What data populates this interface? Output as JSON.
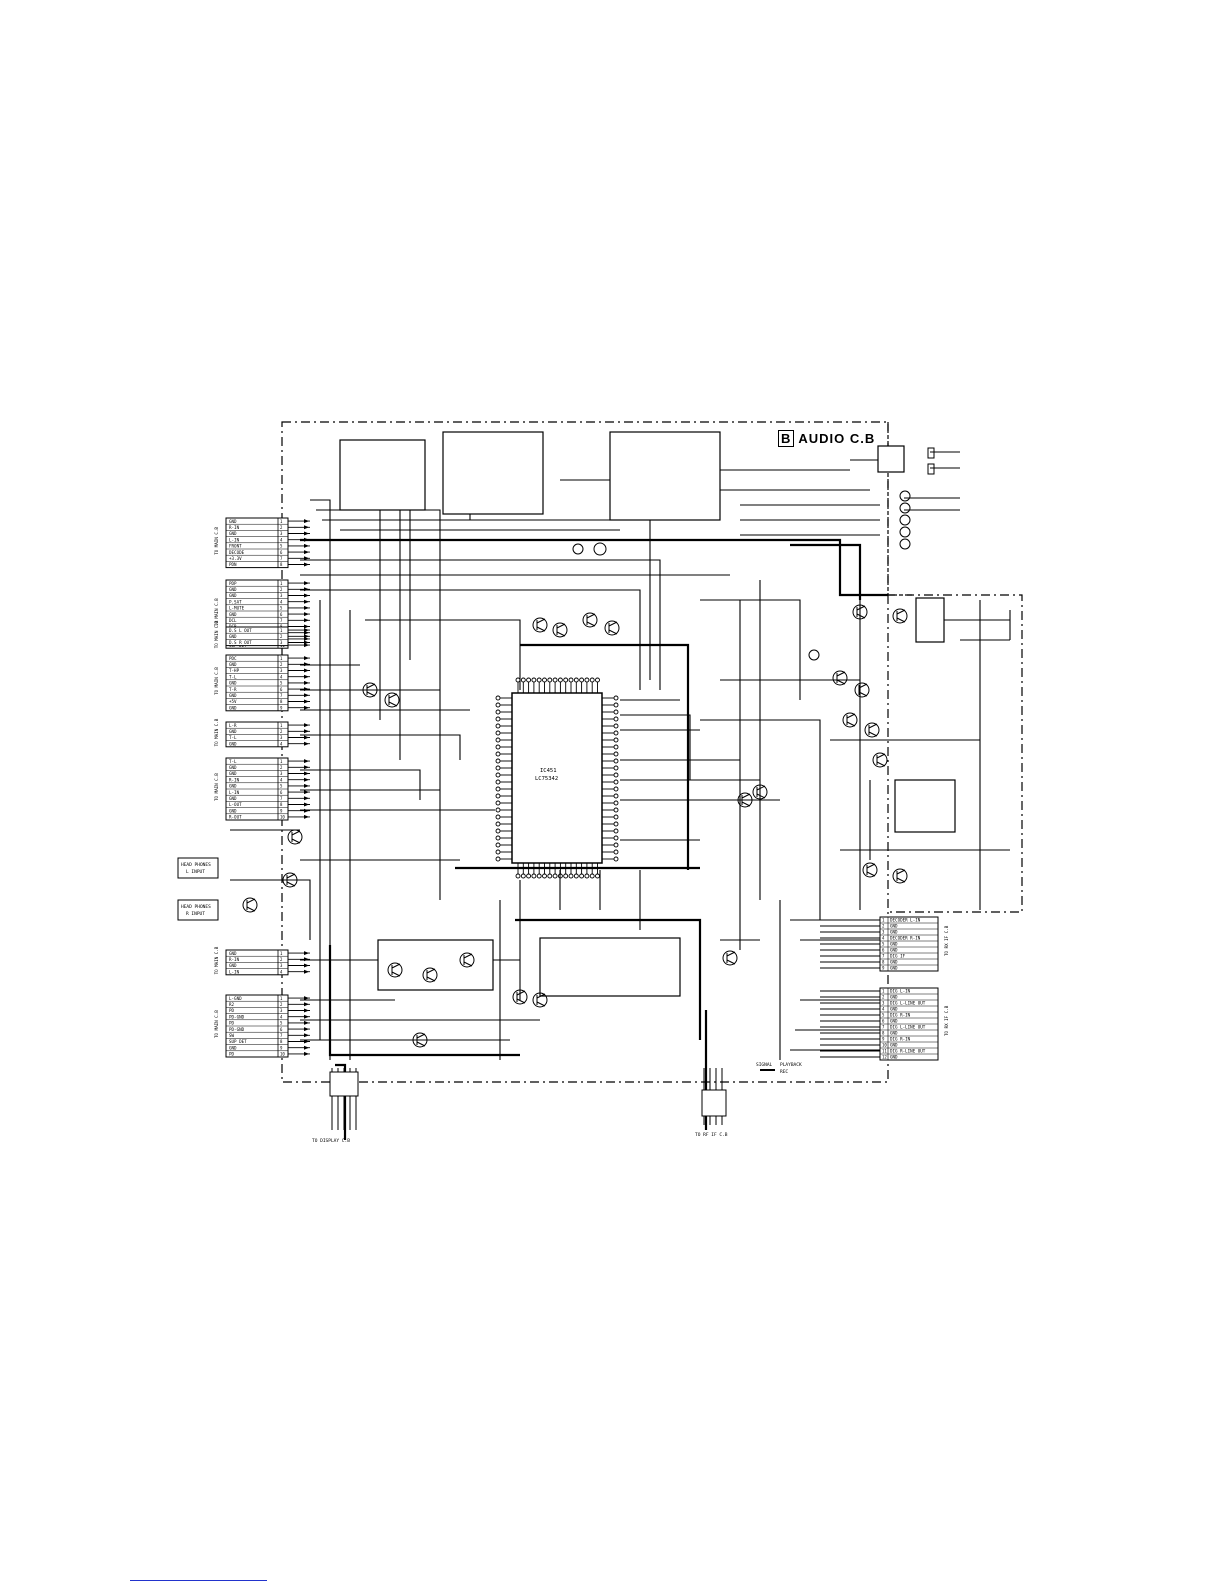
{
  "board": {
    "letter": "B",
    "title": "AUDIO C.B"
  },
  "connectors_left": [
    {
      "label": "TO MAIN C.B",
      "pins": [
        "GND",
        "R-IN",
        "GND",
        "L-IN",
        "FRONT",
        "DECODE",
        "+3.3V",
        "PDN"
      ]
    },
    {
      "label": "TO MAIN C.B",
      "pins": [
        "PDP",
        "GND",
        "GND",
        "P.SAT",
        "L-MUTE",
        "GND",
        "DCL",
        "DCR",
        "GND",
        "R.MUTE",
        "SUP DET"
      ]
    },
    {
      "label": "TO MAIN C.B",
      "pins": [
        "D.S L OUT",
        "GND",
        "D.S R OUT"
      ]
    },
    {
      "label": "TO MAIN C.B",
      "pins": [
        "PDC",
        "GND",
        "T-HP",
        "T-L",
        "GND",
        "T-R",
        "GND",
        "+5V",
        "GND"
      ]
    },
    {
      "label": "TO MAIN C.B",
      "pins": [
        "L-R",
        "GND",
        "T-L",
        "GND"
      ]
    },
    {
      "label": "TO MAIN C.B",
      "pins": [
        "T-L",
        "GND",
        "GND",
        "R-IN",
        "GND",
        "L-IN",
        "GND",
        "L-OUT",
        "GND",
        "R-OUT"
      ]
    },
    {
      "label": "TO MAIN C.B",
      "pins": [
        "GND",
        "R-IN",
        "GND",
        "L-IN"
      ]
    },
    {
      "label": "TO MAIN C.B",
      "pins": [
        "L-GND",
        "R2",
        "PD",
        "PD-GND",
        "PD",
        "PD-GND",
        "SW",
        "SUP DET",
        "GND",
        "PD"
      ]
    }
  ],
  "connectors_right": [
    {
      "label": "TO RX IF C.B",
      "pins": [
        "DECODER L-IN",
        "GND",
        "GND",
        "DECODER R-IN",
        "GND",
        "GND",
        "DIG IF",
        "GND",
        "GND"
      ]
    },
    {
      "label": "TO RX IF C.B",
      "pins": [
        "DIG L-IN",
        "GND",
        "DIG L-LINE OUT",
        "GND",
        "DIG R-IN",
        "GND",
        "DIG L-LINE OUT",
        "GND",
        "DIG R-IN",
        "GND",
        "DIG R-LINE OUT",
        "GND"
      ]
    }
  ],
  "amp_blocks": [
    {
      "label": "HEAD PHONES",
      "sub": "L INPUT"
    },
    {
      "label": "HEAD PHONES",
      "sub": "R INPUT"
    }
  ],
  "main_ic": {
    "ref": "IC451",
    "part": "LC75342"
  },
  "bottom_labels": [
    "TO DISPLAY C.B",
    "TO RF IF C.B"
  ],
  "legend": {
    "line1": "SIGNAL",
    "line2": "PLAYBACK",
    "line3": "REC"
  }
}
